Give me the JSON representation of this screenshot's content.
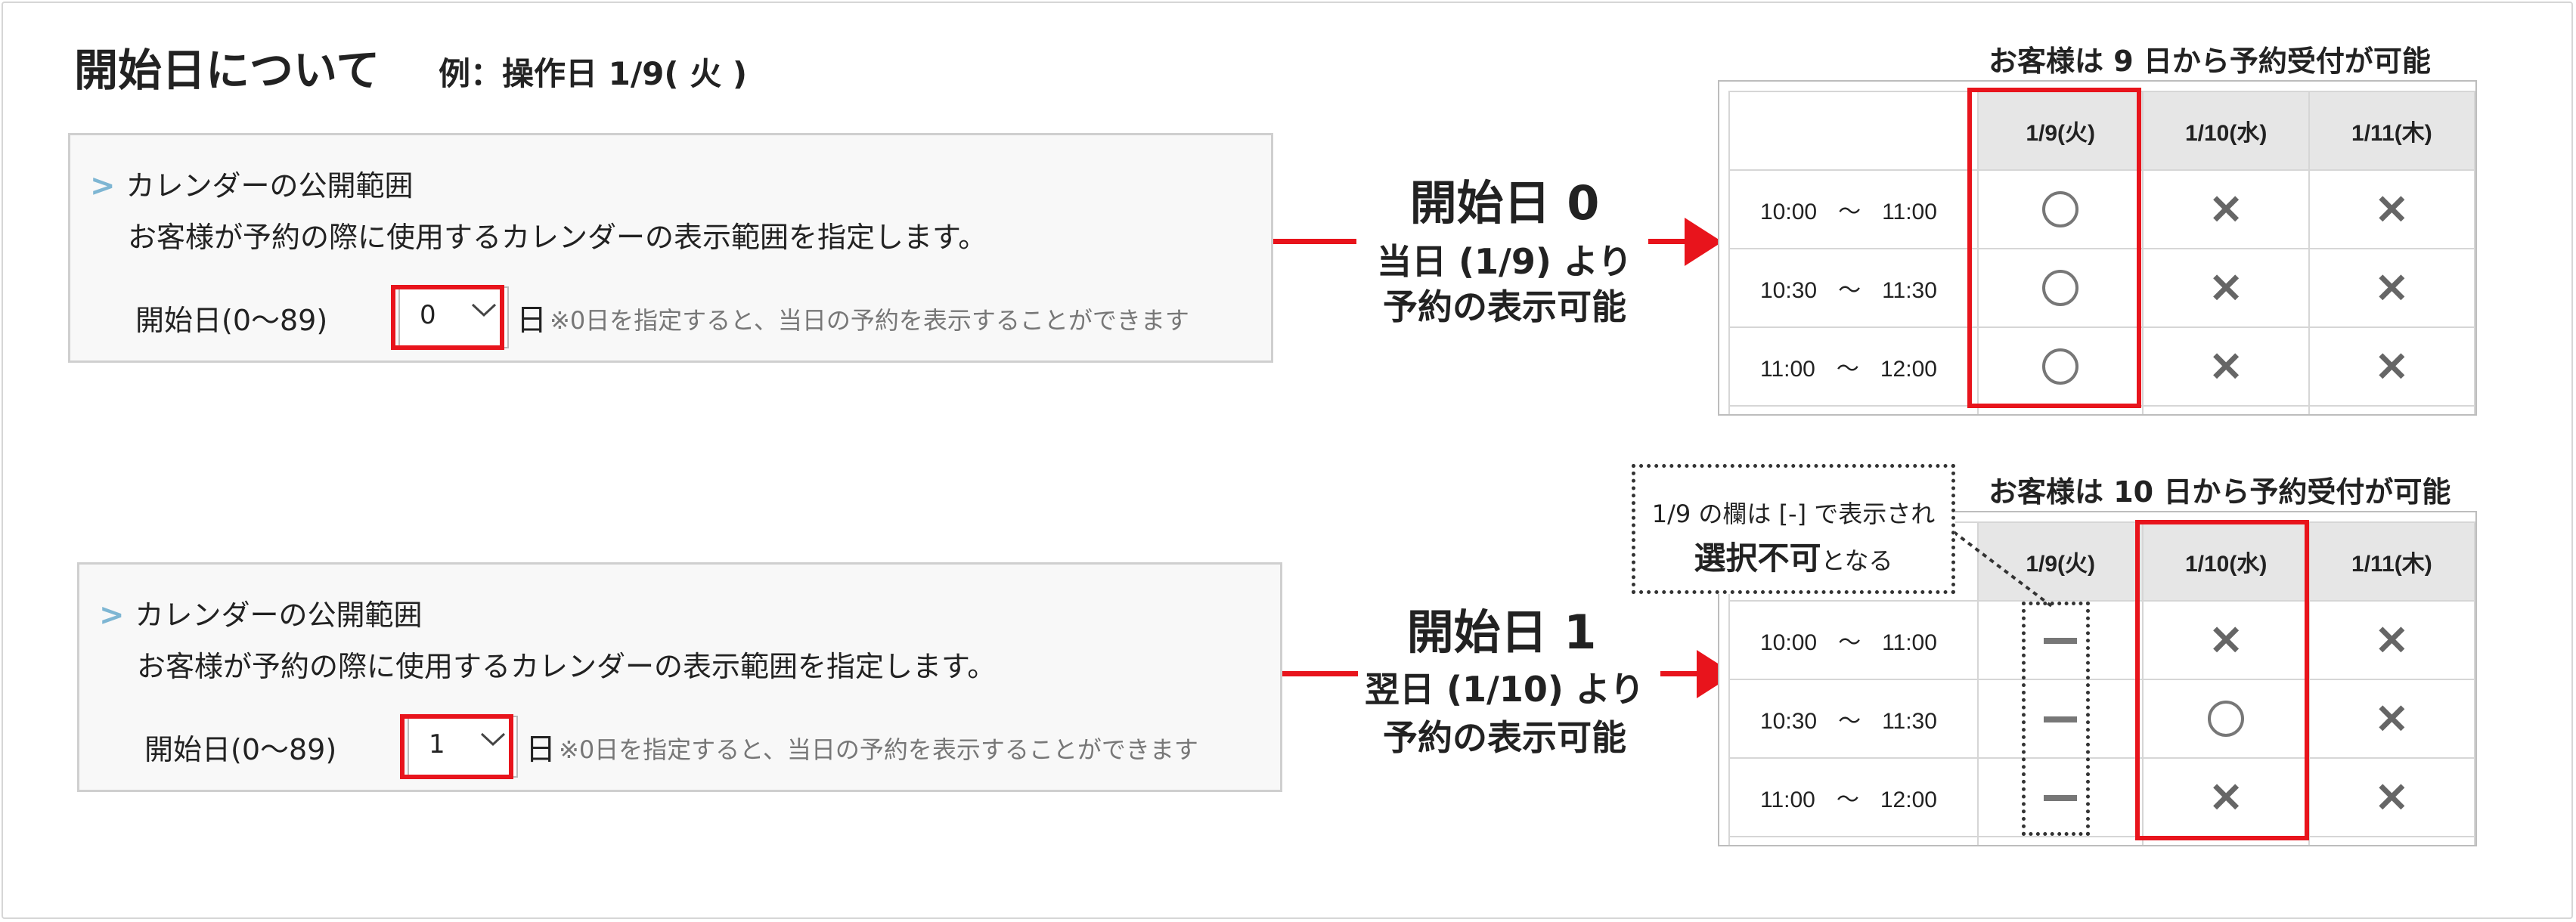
{
  "heading": {
    "title": "開始日について",
    "subtitle": "例：操作日 1/9( 火 )"
  },
  "panels": [
    {
      "section_title": "カレンダーの公開範囲",
      "description": "お客様が予約の際に使用するカレンダーの表示範囲を指定します。",
      "field_label": "開始日(0〜89)",
      "select_value": "0",
      "unit": "日",
      "note": "※0日を指定すると、当日の予約を表示することができます"
    },
    {
      "section_title": "カレンダーの公開範囲",
      "description": "お客様が予約の際に使用するカレンダーの表示範囲を指定します。",
      "field_label": "開始日(0〜89)",
      "select_value": "1",
      "unit": "日",
      "note": "※0日を指定すると、当日の予約を表示することができます"
    }
  ],
  "explanations": [
    {
      "title": "開始日 0",
      "line1": "当日 (1/9) より",
      "line2": "予約の表示可能"
    },
    {
      "title": "開始日 1",
      "line1": "翌日 (1/10) より",
      "line2": "予約の表示可能"
    }
  ],
  "calendars": [
    {
      "caption": "お客様は 9 日から予約受付が可能",
      "columns": [
        "1/9(火)",
        "1/10(水)",
        "1/11(木)"
      ],
      "rows": [
        {
          "start": "10:00",
          "sep": "〜",
          "end": "11:00",
          "cells": [
            "circle",
            "cross",
            "cross"
          ]
        },
        {
          "start": "10:30",
          "sep": "〜",
          "end": "11:30",
          "cells": [
            "circle",
            "cross",
            "cross"
          ]
        },
        {
          "start": "11:00",
          "sep": "〜",
          "end": "12:00",
          "cells": [
            "circle",
            "cross",
            "cross"
          ]
        }
      ]
    },
    {
      "caption": "お客様は 10 日から予約受付が可能",
      "columns": [
        "1/9(火)",
        "1/10(水)",
        "1/11(木)"
      ],
      "rows": [
        {
          "start": "10:00",
          "sep": "〜",
          "end": "11:00",
          "cells": [
            "dash",
            "cross",
            "cross"
          ]
        },
        {
          "start": "10:30",
          "sep": "〜",
          "end": "11:30",
          "cells": [
            "dash",
            "circle",
            "cross"
          ]
        },
        {
          "start": "11:00",
          "sep": "〜",
          "end": "12:00",
          "cells": [
            "dash",
            "cross",
            "cross"
          ]
        }
      ]
    }
  ],
  "callout": {
    "line1": "1/9 の欄は [-] で表示され",
    "line2_bold": "選択不可",
    "line2_rest": "となる"
  },
  "symbols": {
    "cross": "✕",
    "accent_color": "#e8141c",
    "chevron_color": "#7eb6d3"
  }
}
